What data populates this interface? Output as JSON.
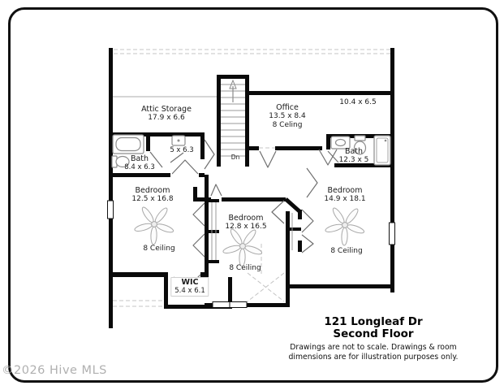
{
  "plan": {
    "watermark": "©2026 Hive MLS",
    "stairs_label": "Dn",
    "rooms": {
      "attic": {
        "name": "Attic Storage",
        "dims": "17.9 x 6.6"
      },
      "office": {
        "name": "Office",
        "dims": "13.5 x 8.4",
        "ceiling": "8 Celing"
      },
      "bonus": {
        "dims": "10.4 x 6.5"
      },
      "closet_small": {
        "dims": "5 x 6.3"
      },
      "bath_left": {
        "name": "Bath",
        "dims": "8.4 x 6.3"
      },
      "bath_right": {
        "name": "Bath",
        "dims": "12.3 x 5"
      },
      "bedroom_left": {
        "name": "Bedroom",
        "dims": "12.5 x 16.8",
        "ceiling": "8 Ceiling"
      },
      "bedroom_center": {
        "name": "Bedroom",
        "dims": "12.8 x 16.5",
        "ceiling": "8 Ceiling"
      },
      "bedroom_right": {
        "name": "Bedroom",
        "dims": "14.9 x 18.1",
        "ceiling": "8 Ceiling"
      },
      "wic": {
        "name": "WIC",
        "dims": "5.4 x 6.1"
      }
    },
    "title": {
      "line1": "121 Longleaf Dr",
      "line2": "Second Floor",
      "disclaimer1": "Drawings are not to scale. Drawings & room",
      "disclaimer2": "dimensions are for illustration purposes only."
    }
  }
}
